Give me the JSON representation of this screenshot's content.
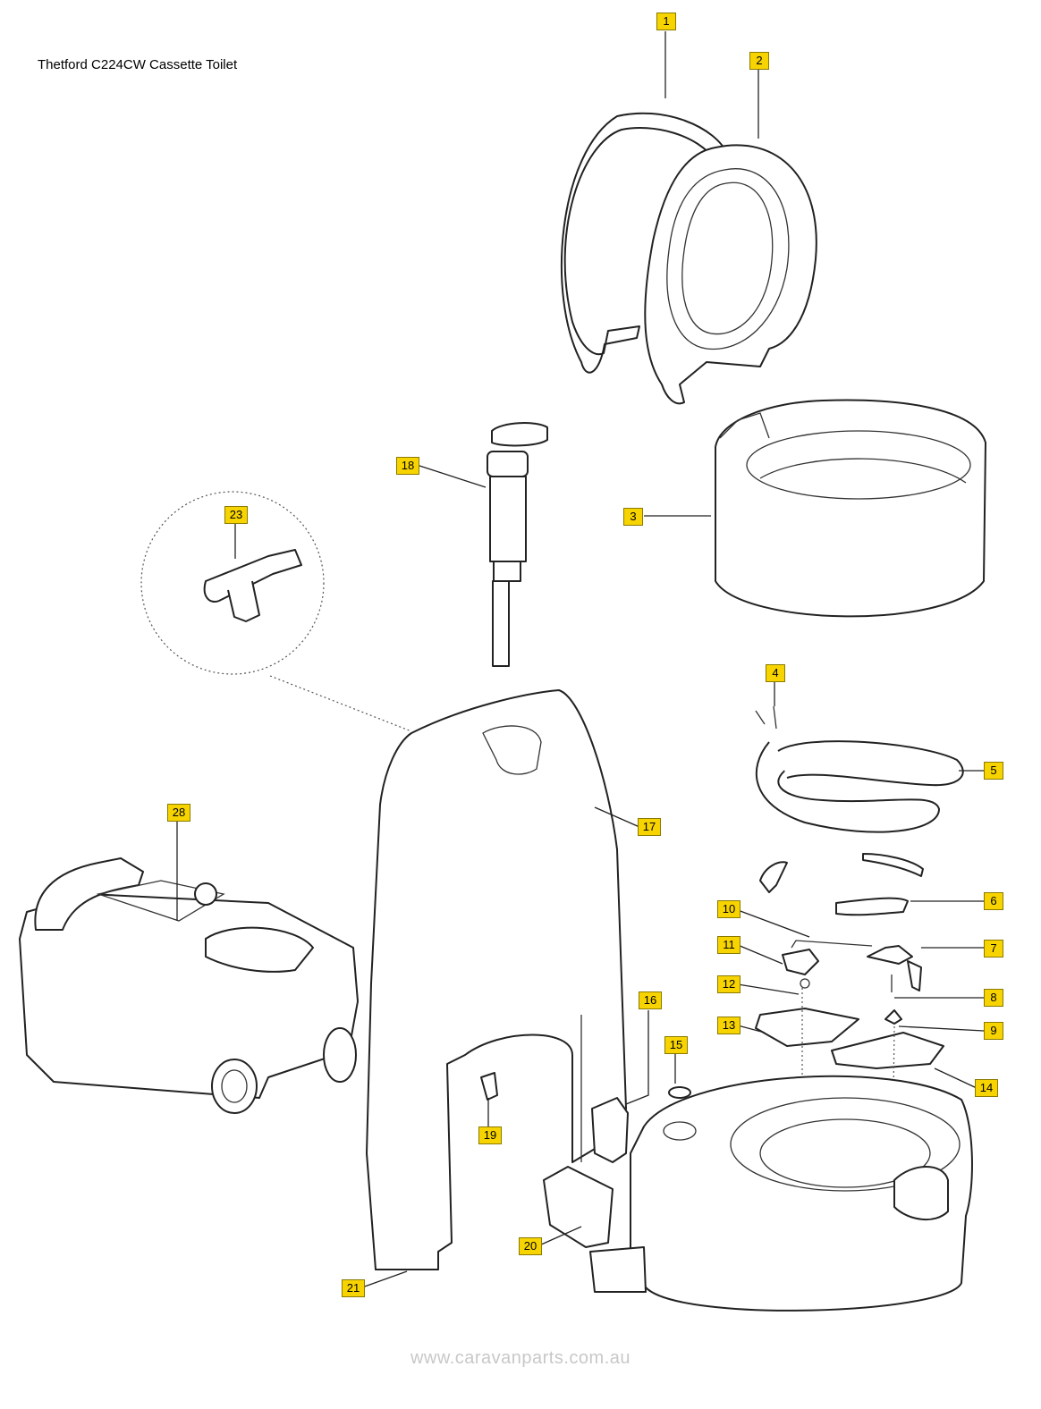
{
  "title": "Thetford C224CW Cassette Toilet",
  "watermark": "www.caravanparts.com.au",
  "callouts": [
    "1",
    "2",
    "3",
    "4",
    "5",
    "6",
    "7",
    "8",
    "9",
    "10",
    "11",
    "12",
    "13",
    "14",
    "15",
    "16",
    "17",
    "18",
    "19",
    "20",
    "21",
    "23",
    "28"
  ],
  "colors": {
    "callout_fill": "#f7d400",
    "line": "#222222",
    "watermark": "#c8c8c8"
  }
}
